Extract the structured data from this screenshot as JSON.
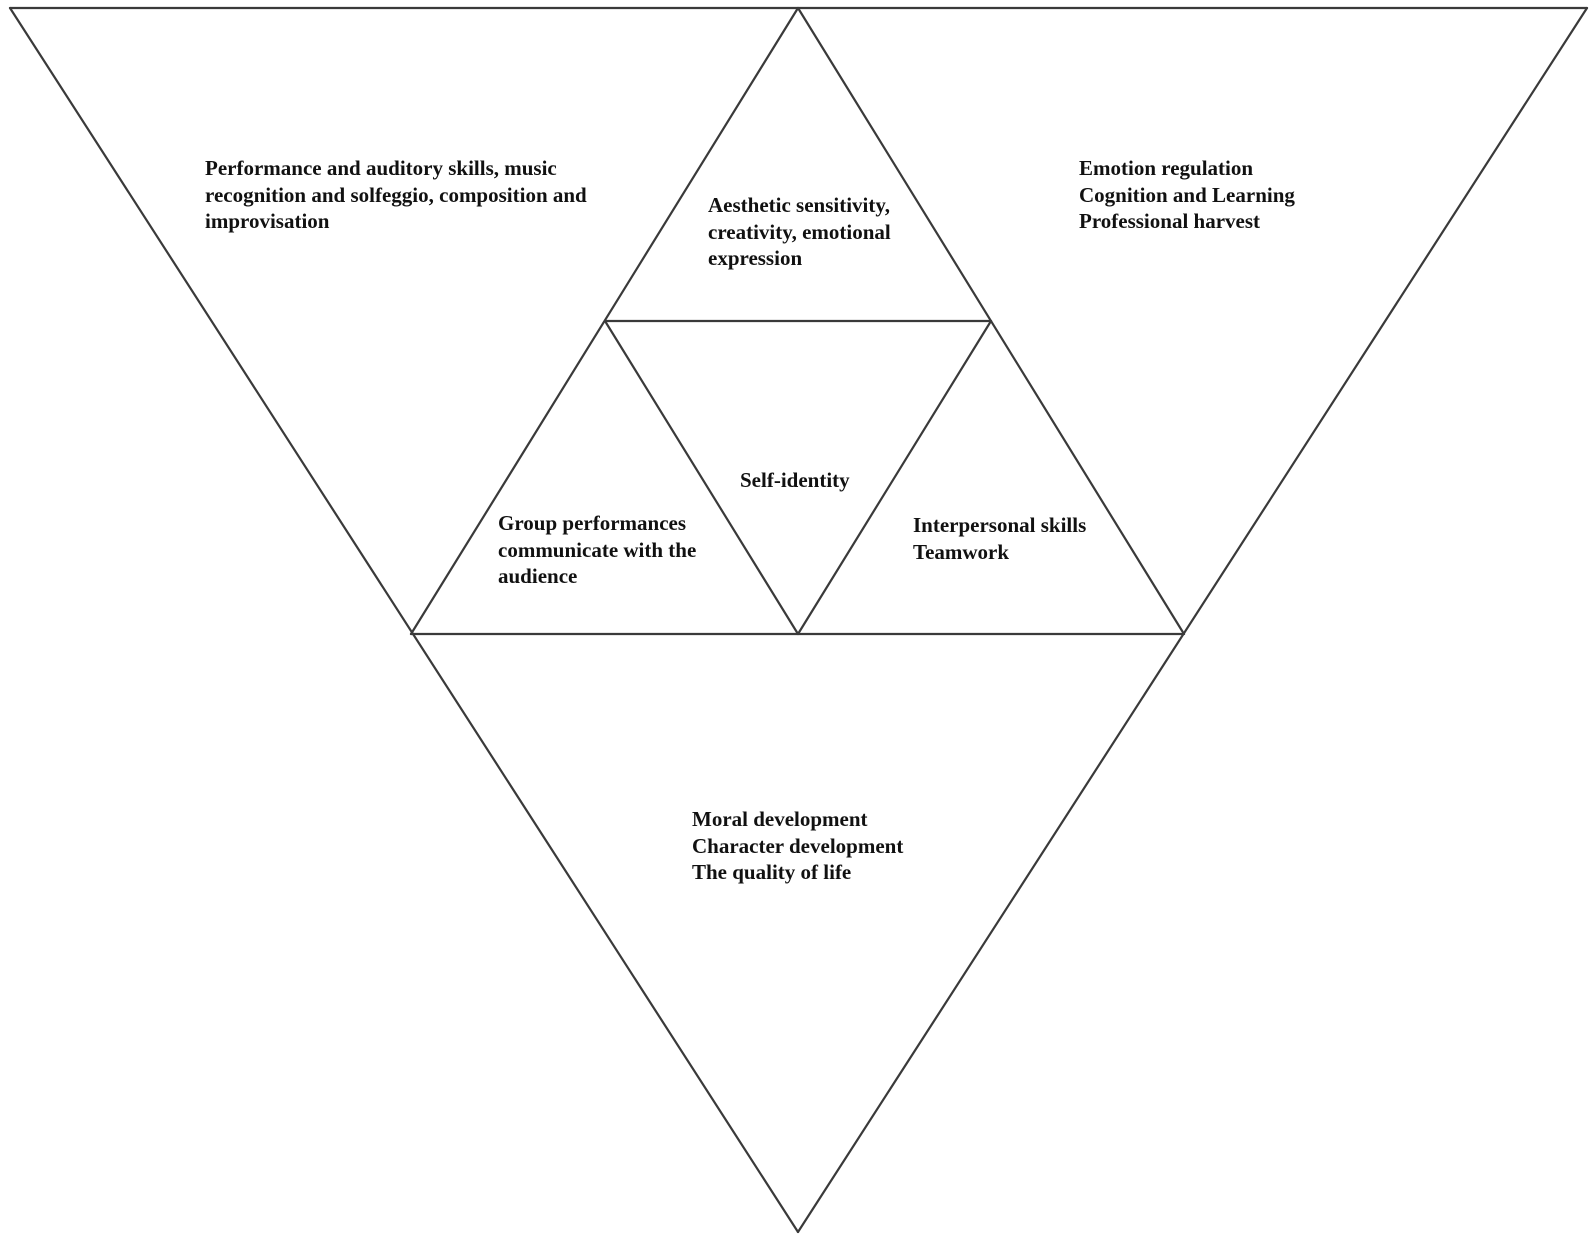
{
  "diagram": {
    "regions": {
      "left": {
        "lines": [
          "Performance and auditory skills, music",
          "recognition and solfeggio, composition and",
          "improvisation"
        ]
      },
      "top_center": {
        "lines": [
          "Aesthetic sensitivity,",
          "creativity, emotional",
          "expression"
        ]
      },
      "right": {
        "lines": [
          "Emotion regulation",
          "Cognition and Learning",
          "Professional harvest"
        ]
      },
      "center": {
        "lines": [
          "Self-identity"
        ]
      },
      "inner_left": {
        "lines": [
          "Group performances",
          "communicate with the",
          "audience"
        ]
      },
      "inner_right": {
        "lines": [
          "Interpersonal skills",
          "Teamwork"
        ]
      },
      "bottom": {
        "lines": [
          "Moral development",
          "Character development",
          "The quality of life"
        ]
      }
    },
    "colors": {
      "stroke": "#3a3a3a",
      "text": "#111111",
      "background": "#ffffff"
    }
  }
}
